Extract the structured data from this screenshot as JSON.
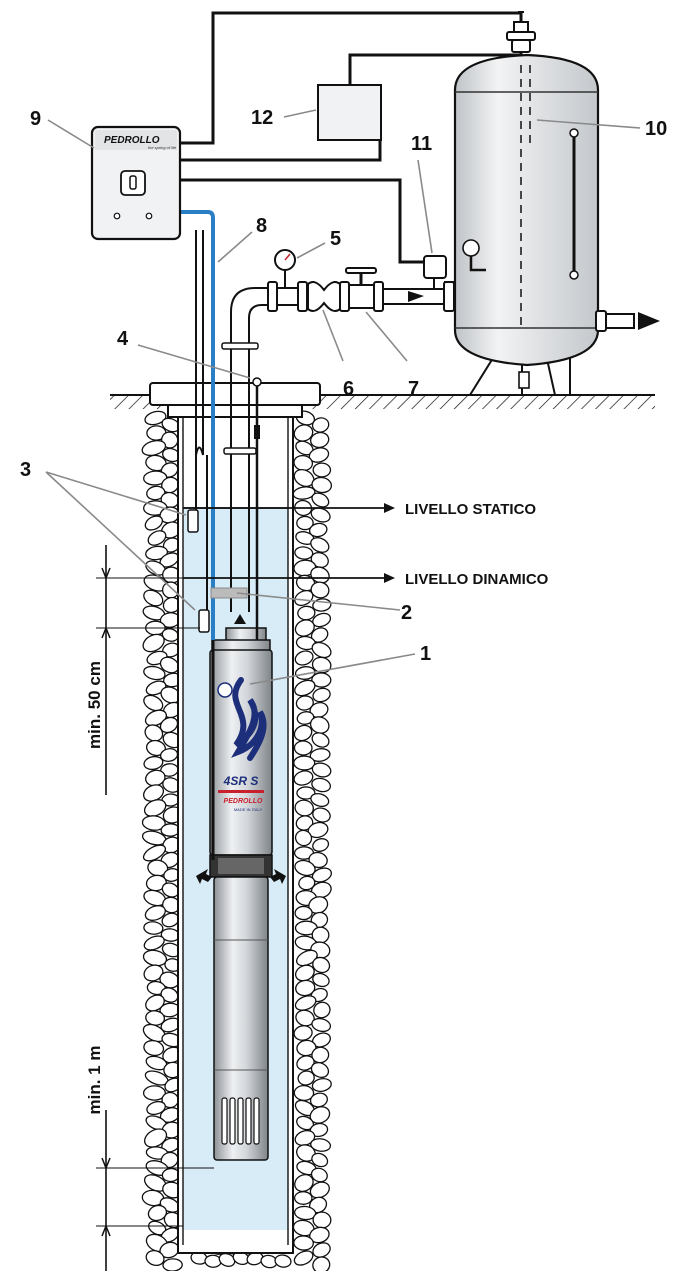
{
  "labels": {
    "n1": "1",
    "n2": "2",
    "n3": "3",
    "n4": "4",
    "n5": "5",
    "n6": "6",
    "n7": "7",
    "n8": "8",
    "n9": "9",
    "n10": "10",
    "n11": "11",
    "n12": "12"
  },
  "levels": {
    "static": "LIVELLO STATICO",
    "dynamic": "LIVELLO DINAMICO"
  },
  "dimensions": {
    "top": "min. 50 cm",
    "bottom": "min. 1 m"
  },
  "branding": {
    "panel_logo": "PEDROLLO",
    "panel_tagline": "the spring of life",
    "pump_model": "4SR S",
    "pump_logo": "PEDROLLO",
    "pump_subtitle": "MADE IN ITALY"
  },
  "colors": {
    "water": "#d8ecf7",
    "cable_blue": "#2a7fc4",
    "steel": "#c9cdd1",
    "ground": "#ffffff"
  }
}
